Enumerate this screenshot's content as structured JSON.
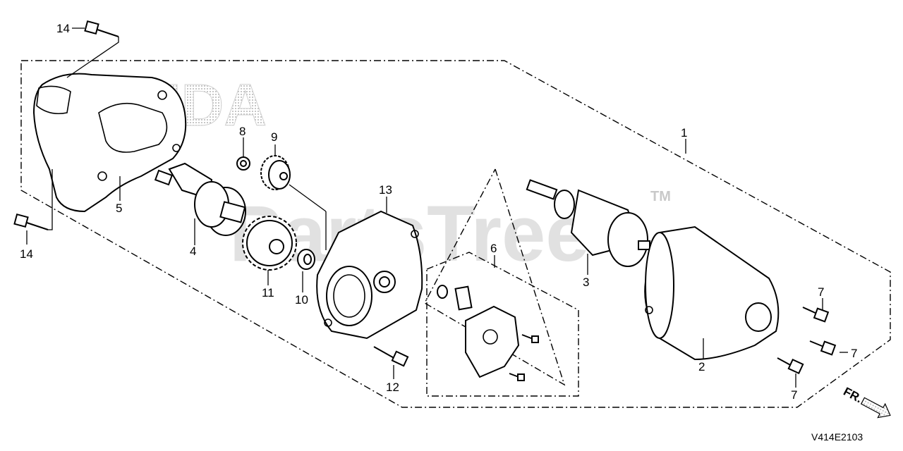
{
  "brand_watermark": "HONDA",
  "site_watermark": "PartsTree",
  "trademark": "TM",
  "diagram_code": "V414E2103",
  "front_marker": "FR.",
  "callouts": {
    "c1": "1",
    "c2": "2",
    "c3": "3",
    "c4": "4",
    "c5": "5",
    "c6": "6",
    "c7a": "7",
    "c7b": "7",
    "c7c": "7",
    "c8": "8",
    "c9": "9",
    "c10": "10",
    "c11": "11",
    "c12": "12",
    "c13": "13",
    "c14a": "14",
    "c14b": "14"
  }
}
